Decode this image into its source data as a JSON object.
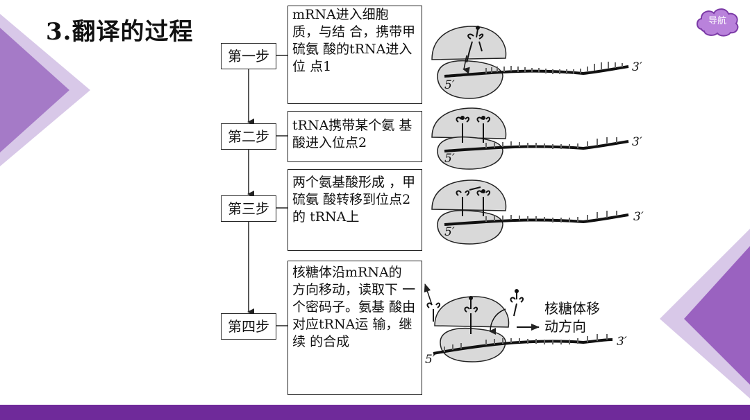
{
  "title": "3.翻译的过程",
  "nav": {
    "label": "导航"
  },
  "steps": [
    {
      "label": "第一步",
      "lines": [
        "mRNA进入细胞",
        "质，与",
        "结",
        "合，携带甲硫氨",
        "酸的tRNA进入位",
        "点1"
      ]
    },
    {
      "label": "第二步",
      "lines": [
        "tRNA携带某个氨",
        "基酸进入位点2"
      ]
    },
    {
      "label": "第三步",
      "lines": [
        "两个氨基酸形成",
        "，甲硫氨",
        "酸转移到位点2的",
        "tRNA上"
      ]
    },
    {
      "label": "第四步",
      "lines": [
        "核糖体沿mRNA的",
        "方向移动，读取下",
        "一个密码子。氨基",
        "酸由对应tRNA运",
        "输，继续",
        "的合成"
      ]
    }
  ],
  "figure": {
    "five_prime": "5′",
    "three_prime": "3′",
    "direction_label_1": "核糖体移",
    "direction_label_2": "动方向"
  },
  "colors": {
    "accent": "#7b3aa6",
    "deco_light": "#c9b3dd",
    "deco_dark": "#8e5bb5",
    "ribosome": "#d9d9d9"
  }
}
